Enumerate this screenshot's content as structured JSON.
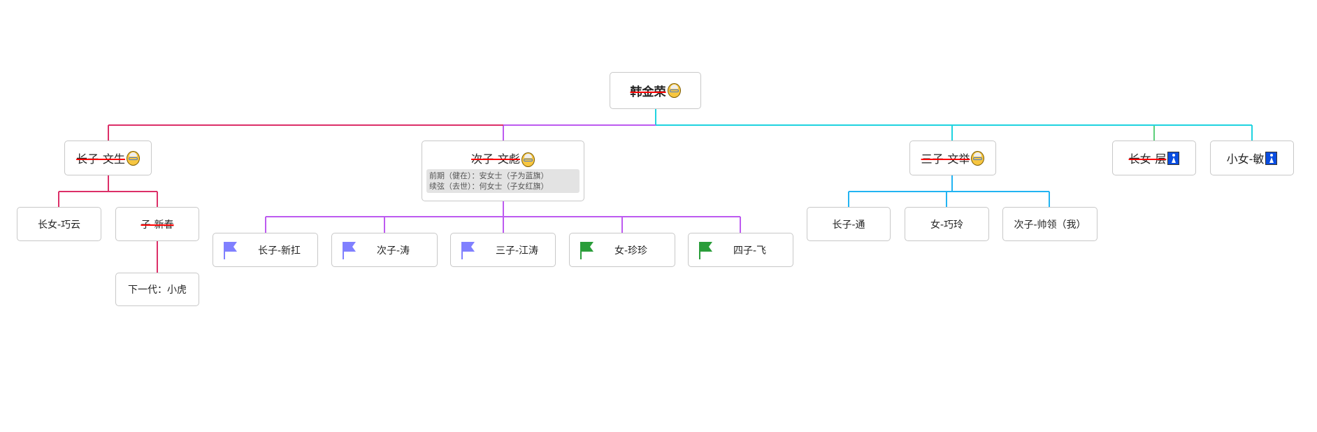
{
  "root": {
    "label": "韩金荣",
    "icon": "old-man-emoji"
  },
  "children": [
    {
      "label": "长子-文生",
      "icon": "old-man-emoji",
      "struck": true,
      "children": [
        {
          "label": "长女-巧云"
        },
        {
          "label": "子-新春",
          "struck": true,
          "children": [
            {
              "label": "下一代：小虎"
            }
          ]
        }
      ]
    },
    {
      "label": "次子-文彪",
      "icon": "old-man-emoji",
      "struck": true,
      "note": [
        "前期（健在）：安女士（子为蓝旗）",
        "续弦（去世）：何女士（子女红旗）"
      ],
      "children": [
        {
          "label": "长子-新扛",
          "flag": "blue"
        },
        {
          "label": "次子-涛",
          "flag": "blue"
        },
        {
          "label": "三子-江涛",
          "flag": "blue"
        },
        {
          "label": "女-珍珍",
          "flag": "green"
        },
        {
          "label": "四子-飞",
          "flag": "green"
        }
      ]
    },
    {
      "label": "三子-文举",
      "icon": "old-man-emoji",
      "struck": true,
      "children": [
        {
          "label": "长子-通"
        },
        {
          "label": "女-巧玲"
        },
        {
          "label": "次子-帅领（我）"
        }
      ]
    },
    {
      "label": "长女-层",
      "icon": "female-sign",
      "struck": true
    },
    {
      "label": "小女-敏",
      "icon": "female-sign"
    }
  ],
  "colors": {
    "red": "#dc2f68",
    "purple": "#bd5af0",
    "cyan": "#1fd3e0",
    "blue": "#22b4f2",
    "green": "#5ccf7a",
    "flag_blue": "#8080ff",
    "flag_green": "#2a9d3a"
  }
}
